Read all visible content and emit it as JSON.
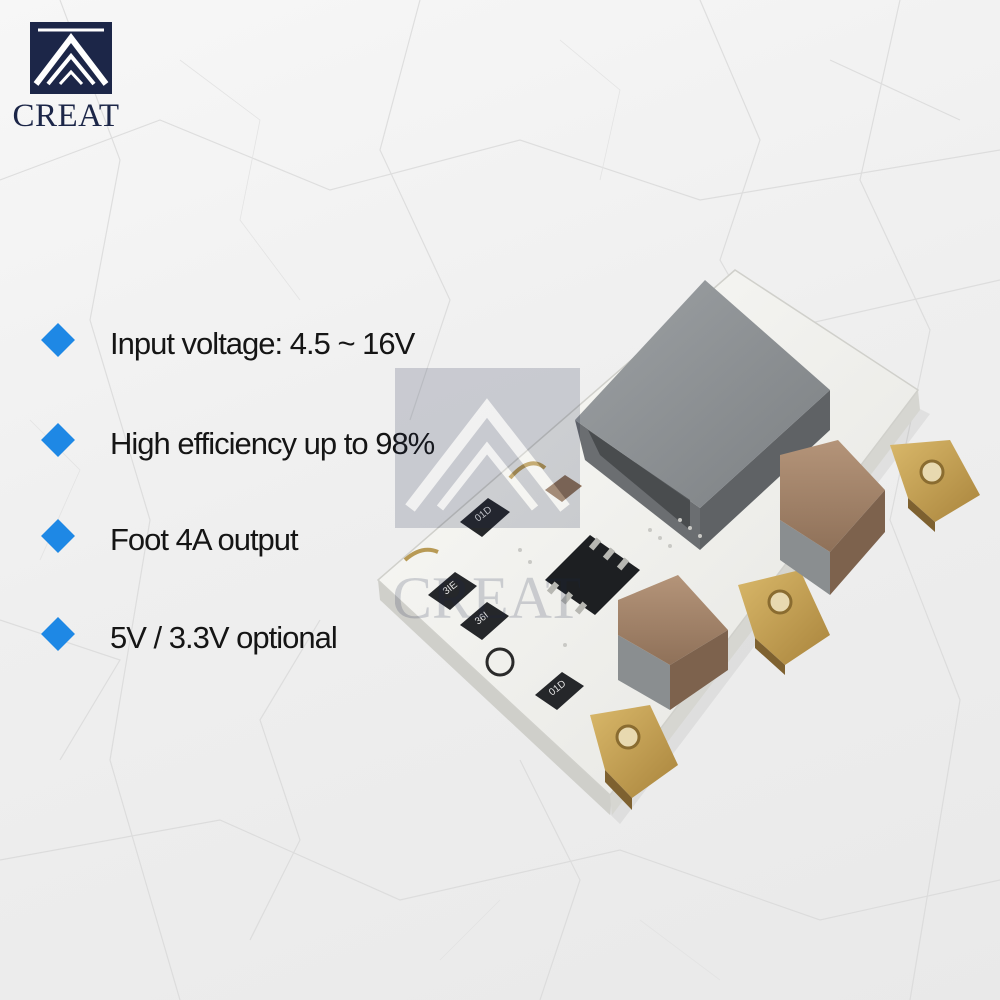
{
  "brand": {
    "name": "CREAT",
    "logo_icon": "mountain-roof-logo-icon",
    "color": "#1c2648"
  },
  "features": [
    {
      "label": "Input voltage: 4.5 ~ 16V",
      "icon": "diamond-bullet-icon"
    },
    {
      "label": "High efficiency up to 98%",
      "icon": "diamond-bullet-icon"
    },
    {
      "label": "Foot 4A output",
      "icon": "diamond-bullet-icon"
    },
    {
      "label": "5V / 3.3V optional",
      "icon": "diamond-bullet-icon"
    }
  ],
  "product": {
    "component_markings": [
      "01D",
      "3IE",
      "36I",
      "01D"
    ]
  },
  "colors": {
    "bullet": "#1e88e5",
    "pcb": "#f4f4f0",
    "inductor": "#8f9396",
    "capacitor": "#a5876d",
    "pad": "#c8a357"
  }
}
